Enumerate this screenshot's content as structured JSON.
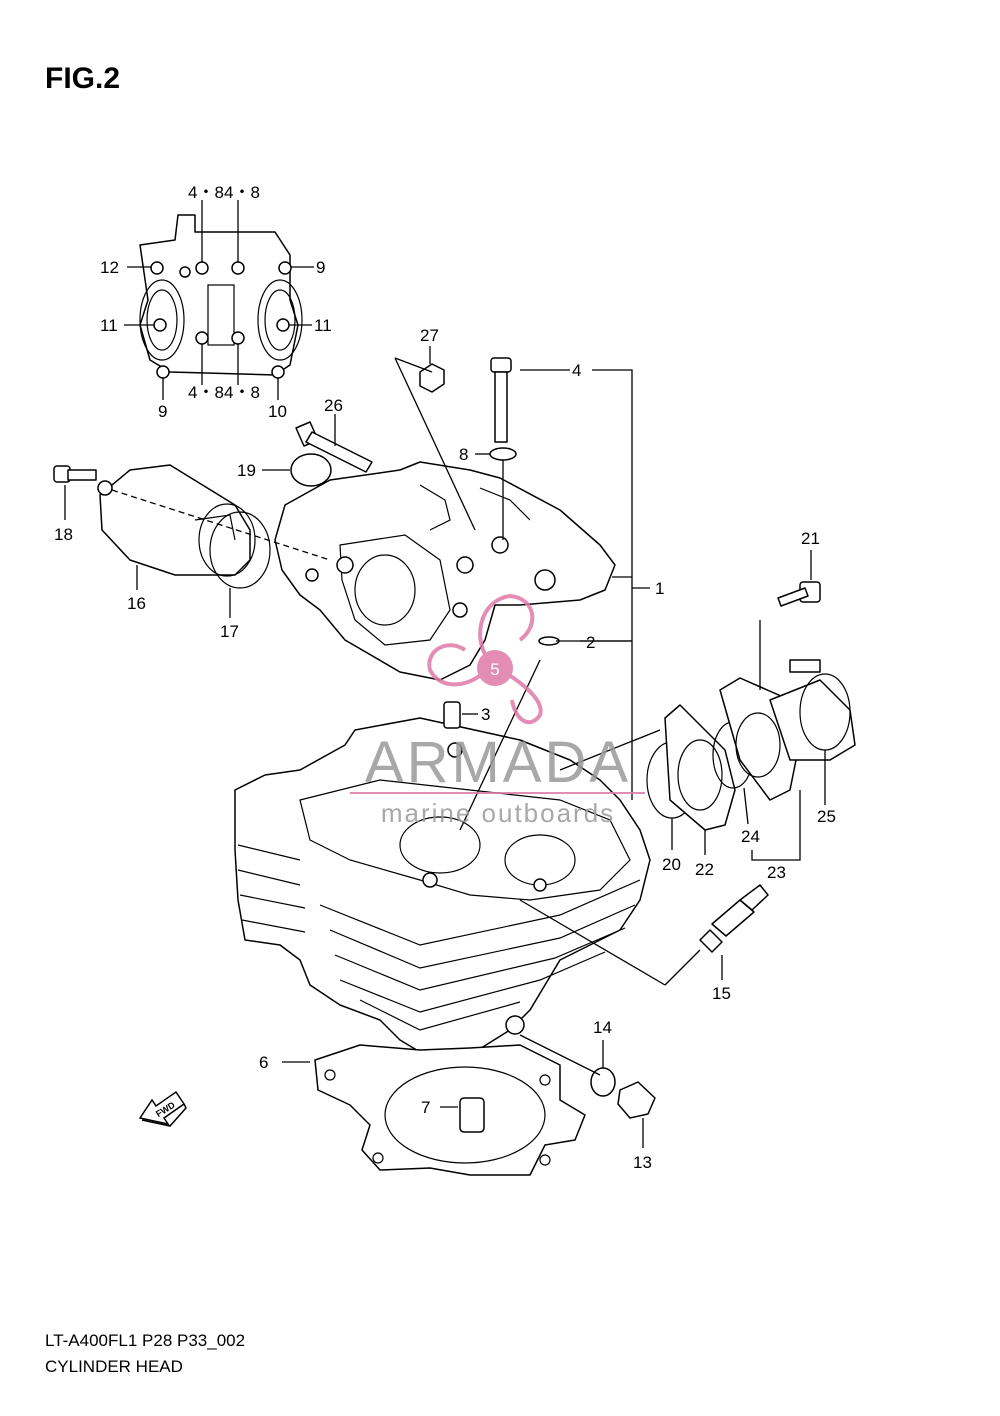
{
  "figure_title": "FIG.2",
  "footer": {
    "code": "LT-A400FL1 P28 P33_002",
    "name": "CYLINDER HEAD"
  },
  "fwd_label": "FWD",
  "watermark": {
    "brand": "ARMADA",
    "tagline": "marine outboards",
    "badge": "5",
    "accent_color": "#e07aa8"
  },
  "callouts": {
    "l48a": "4・8",
    "l48b": "4・8",
    "l48c": "4・8",
    "l48d": "4・8",
    "l12": "12",
    "l9a": "9",
    "l11a": "11",
    "l11b": "11",
    "l9b": "9",
    "l10": "10",
    "l27": "27",
    "l4": "4",
    "l26": "26",
    "l8": "8",
    "l19": "19",
    "l18": "18",
    "l16": "16",
    "l17": "17",
    "l1": "1",
    "l21": "21",
    "l2": "2",
    "l3": "3",
    "l20": "20",
    "l22": "22",
    "l24": "24",
    "l25": "25",
    "l23": "23",
    "l15": "15",
    "l6": "6",
    "l14": "14",
    "l7": "7",
    "l13": "13"
  }
}
